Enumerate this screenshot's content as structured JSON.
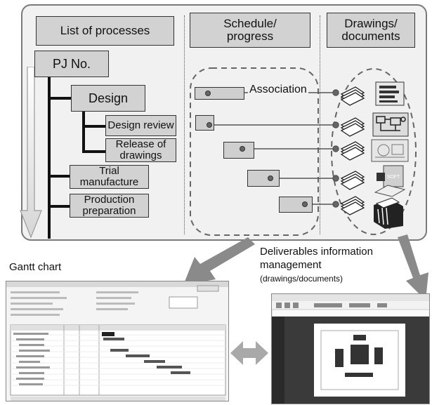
{
  "headers": {
    "processes": "List of processes",
    "schedule": "Schedule/\nprogress",
    "drawings": "Drawings/\ndocuments"
  },
  "tree": {
    "root": "PJ No.",
    "design": "Design",
    "design_review": "Design review",
    "release": "Release of drawings",
    "trial": "Trial manufacture",
    "production": "Production preparation"
  },
  "association_label": "Association",
  "gantt_label": "Gantt chart",
  "deliverables": {
    "title": "Deliverables information management",
    "subtitle": "(drawings/documents)"
  },
  "colors": {
    "frame_border": "#7a7a7a",
    "box_fill": "#d2d2d2",
    "arrow_gray": "#8a8a8a"
  }
}
